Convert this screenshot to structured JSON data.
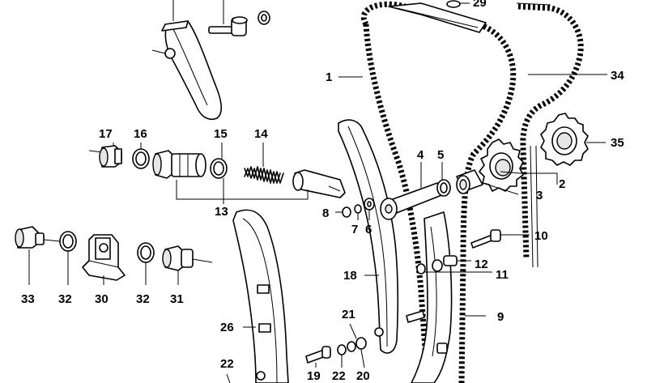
{
  "diagram": {
    "labels": [
      "1",
      "2",
      "3",
      "4",
      "5",
      "6",
      "7",
      "8",
      "9",
      "10",
      "11",
      "12",
      "13",
      "14",
      "15",
      "16",
      "17",
      "18",
      "19",
      "20",
      "21",
      "22",
      "22",
      "26",
      "29",
      "30",
      "31",
      "32",
      "32",
      "33",
      "34",
      "35"
    ]
  }
}
